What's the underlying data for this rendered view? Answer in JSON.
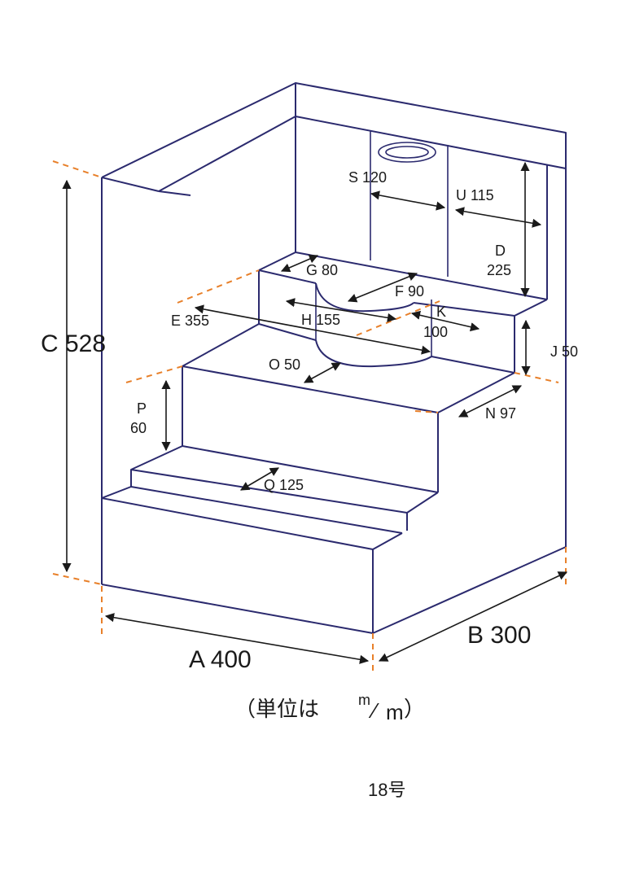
{
  "labels": {
    "A": "A 400",
    "B": "B 300",
    "C": "C 528",
    "D_letter": "D",
    "D_value": "225",
    "E": "E 355",
    "F": "F 90",
    "G": "G 80",
    "H": "H 155",
    "J": "J  50",
    "K_letter": "K",
    "K_value": "100",
    "N": "N 97",
    "O": "O 50",
    "P_letter": "P",
    "P_value": "60",
    "Q": "Q 125",
    "S": "S 120",
    "U": "U 115"
  },
  "unit": {
    "prefix": "（単位は ",
    "num": "m",
    "slash": "⁄",
    "den": "m",
    "suffix": "）"
  },
  "model": "18号",
  "colors": {
    "outline": "#2b2a6e",
    "extension_lines": "#e8802a",
    "dimension_lines": "#1a1a1a"
  }
}
